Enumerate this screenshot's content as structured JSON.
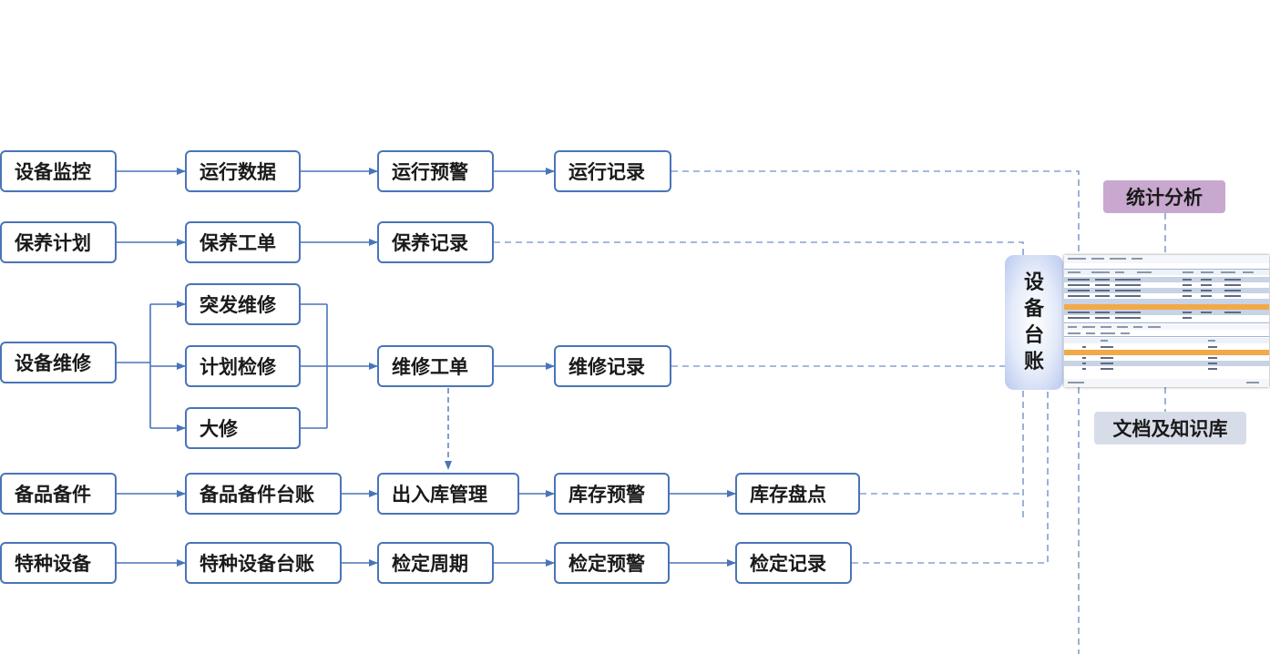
{
  "diagram": {
    "rows": {
      "monitor": [
        "设备监控",
        "运行数据",
        "运行预警",
        "运行记录"
      ],
      "maint": [
        "保养计划",
        "保养工单",
        "保养记录"
      ],
      "repair": {
        "source": "设备维修",
        "types": [
          "突发维修",
          "计划检修",
          "大修"
        ],
        "order": "维修工单",
        "record": "维修记录"
      },
      "spares": [
        "备品备件",
        "备品备件台账",
        "出入库管理",
        "库存预警",
        "库存盘点"
      ],
      "special": [
        "特种设备",
        "特种设备台账",
        "检定周期",
        "检定预警",
        "检定记录"
      ]
    },
    "hub": {
      "chars": [
        "设",
        "备",
        "台",
        "账"
      ]
    },
    "analysis_label": "统计分析",
    "docs_label": "文档及知识库"
  },
  "colors": {
    "node_border": "#4a74b8",
    "arrow": "#4a74b8",
    "dashed": "#4a74b8",
    "analysis_bg": "#c9a8cf",
    "docs_bg": "#d7dde8",
    "highlight_row": "#f2a948"
  }
}
